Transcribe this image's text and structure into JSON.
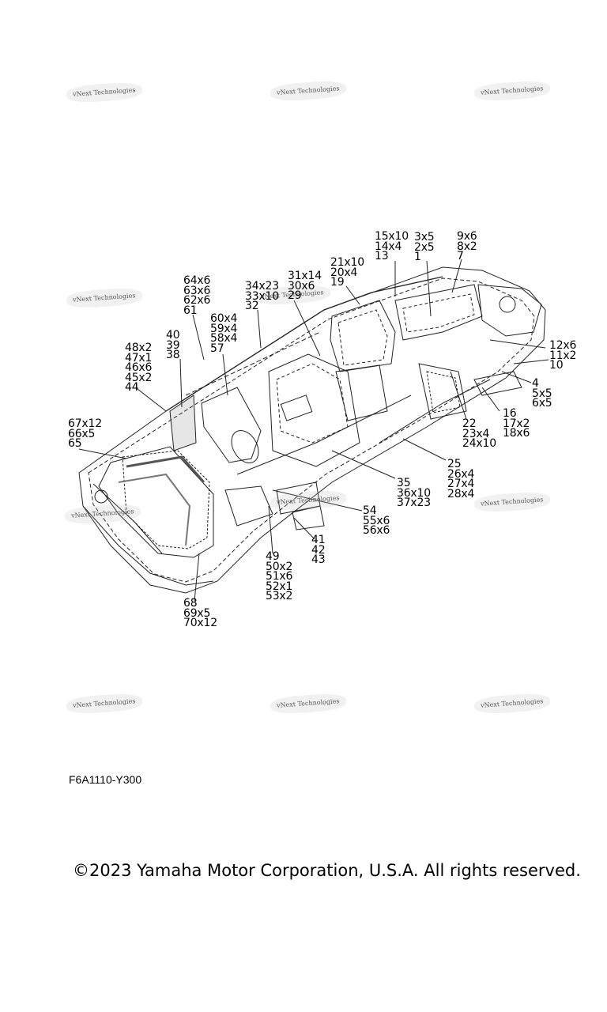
{
  "watermark": "vNext Technologies",
  "callouts": {
    "c15": "15x10\n14x4\n13",
    "c3": "3x5\n2x5\n1",
    "c9": "9x6\n8x2\n7",
    "c21": "21x10\n20x4\n19",
    "c31": "31x14\n30x6\n29",
    "c34": "34x23\n33x10\n32",
    "c64": "64x6\n63x6\n62x6\n61",
    "c60": "60x4\n59x4\n58x4\n57",
    "c40": "40\n39\n38",
    "c48": "48x2\n47x1\n46x6\n45x2\n44",
    "c12": "12x6\n11x2\n10",
    "c4": "4\n5x5\n6x5",
    "c16": "16\n17x2\n18x6",
    "c22": "22\n23x4\n24x10",
    "c25": "25\n26x4\n27x4\n28x4",
    "c67": "67x12\n66x5\n65",
    "c35": "35\n36x10\n37x23",
    "c54": "54\n55x6\n56x6",
    "c41": "41\n42\n43",
    "c49": "49\n50x2\n51x6\n52x1\n53x2",
    "c68": "68\n69x5\n70x12"
  },
  "figure_code": "F6A1110-Y300",
  "copyright": "©2023 Yamaha Motor Corporation, U.S.A. All rights reserved."
}
